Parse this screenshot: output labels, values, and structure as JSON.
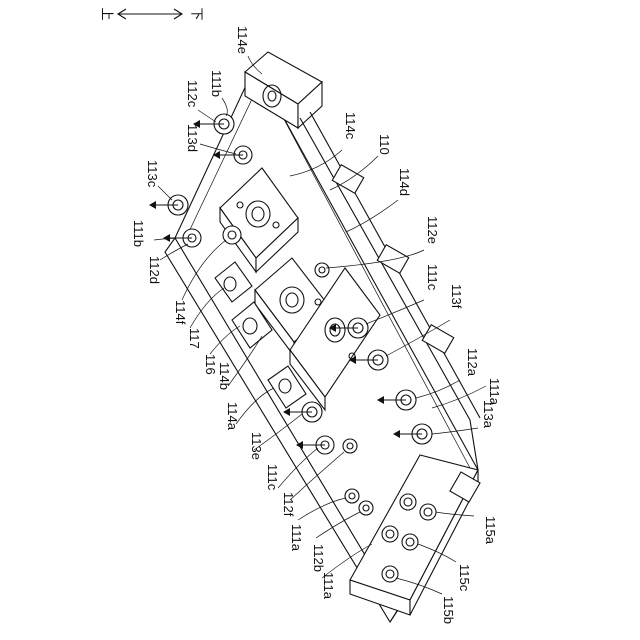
{
  "orientation": {
    "left": "上",
    "right": "下"
  },
  "labels": [
    {
      "id": "l-114e",
      "text": "114e"
    },
    {
      "id": "l-111b-top",
      "text": "111b"
    },
    {
      "id": "l-112c",
      "text": "112c"
    },
    {
      "id": "l-113d",
      "text": "113d"
    },
    {
      "id": "l-114c",
      "text": "114c"
    },
    {
      "id": "l-110",
      "text": "110"
    },
    {
      "id": "l-113c",
      "text": "113c"
    },
    {
      "id": "l-111b-left",
      "text": "111b"
    },
    {
      "id": "l-112d",
      "text": "112d"
    },
    {
      "id": "l-114d",
      "text": "114d"
    },
    {
      "id": "l-112e",
      "text": "112e"
    },
    {
      "id": "l-111c-right",
      "text": "111c"
    },
    {
      "id": "l-113f",
      "text": "113f"
    },
    {
      "id": "l-114f",
      "text": "114f"
    },
    {
      "id": "l-117",
      "text": "117"
    },
    {
      "id": "l-116",
      "text": "116"
    },
    {
      "id": "l-114b",
      "text": "114b"
    },
    {
      "id": "l-114a",
      "text": "114a"
    },
    {
      "id": "l-112a",
      "text": "112a"
    },
    {
      "id": "l-111a-right",
      "text": "111a"
    },
    {
      "id": "l-113a",
      "text": "113a"
    },
    {
      "id": "l-113e",
      "text": "113e"
    },
    {
      "id": "l-111c-left",
      "text": "111c"
    },
    {
      "id": "l-112f",
      "text": "112f"
    },
    {
      "id": "l-111a-mid",
      "text": "111a"
    },
    {
      "id": "l-112b",
      "text": "112b"
    },
    {
      "id": "l-111a-bottom",
      "text": "111a"
    },
    {
      "id": "l-115a",
      "text": "115a"
    },
    {
      "id": "l-115c",
      "text": "115c"
    },
    {
      "id": "l-115b",
      "text": "115b"
    }
  ]
}
